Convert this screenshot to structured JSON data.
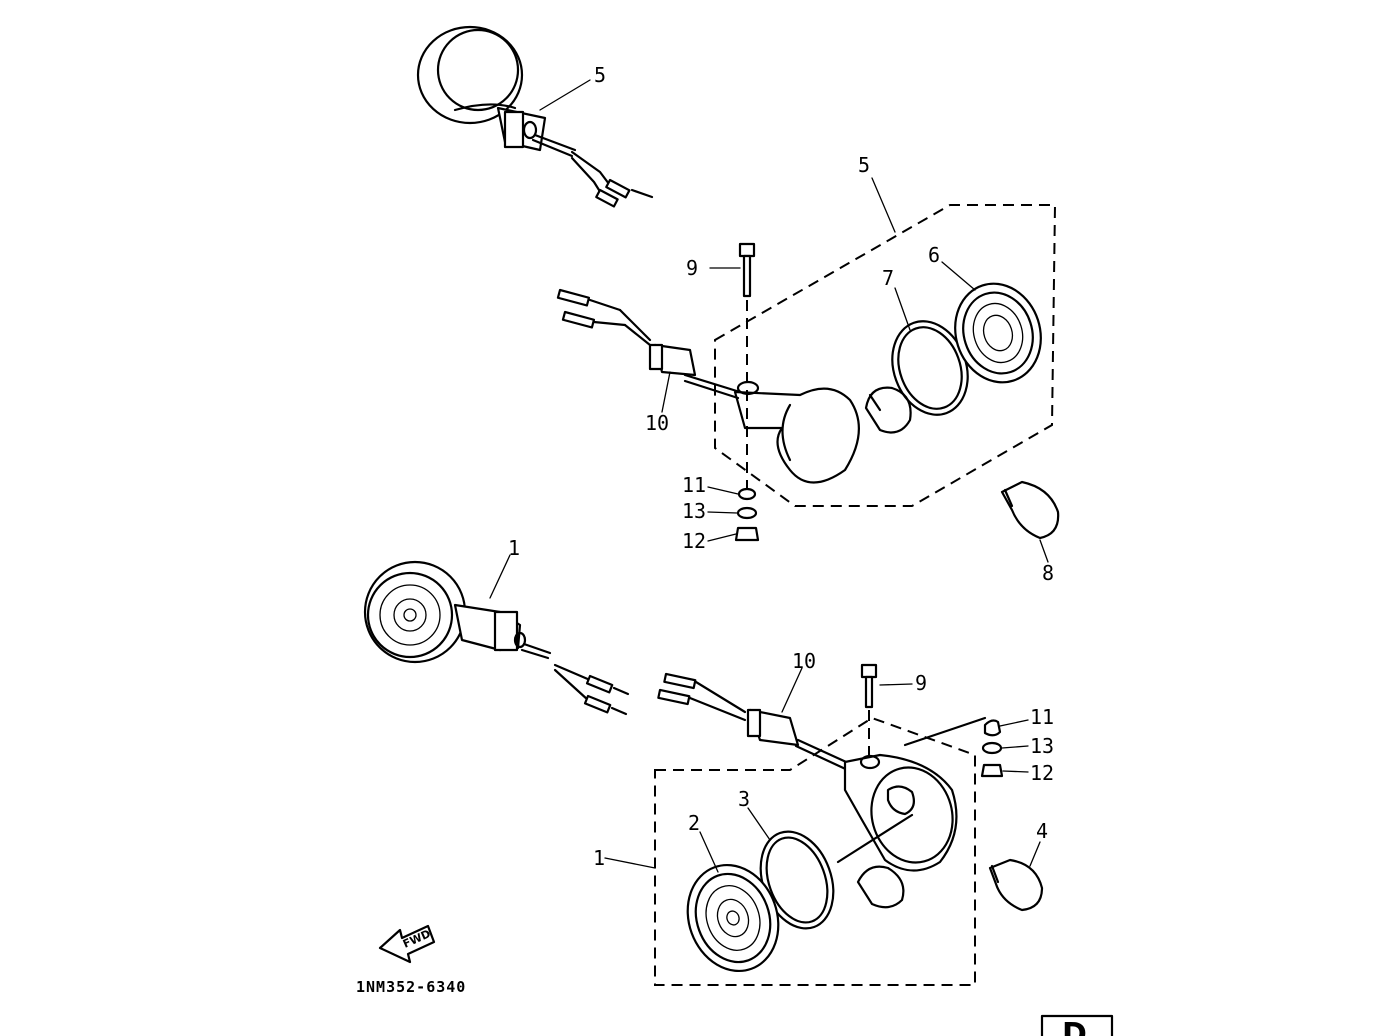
{
  "diagram": {
    "callouts": {
      "c_5_top": "5",
      "c_5_assy": "5",
      "c_6": "6",
      "c_7": "7",
      "c_8": "8",
      "c_9_top": "9",
      "c_10_top": "10",
      "c_11_top": "11",
      "c_13_top": "13",
      "c_12_top": "12",
      "c_1_lamp": "1",
      "c_10_bot": "10",
      "c_9_bot": "9",
      "c_11_bot": "11",
      "c_13_bot": "13",
      "c_12_bot": "12",
      "c_2": "2",
      "c_3": "3",
      "c_1_assy": "1",
      "c_4": "4"
    },
    "direction_label": "FWD",
    "drawing_number": "1NM352-6340",
    "corner_label": "D"
  }
}
